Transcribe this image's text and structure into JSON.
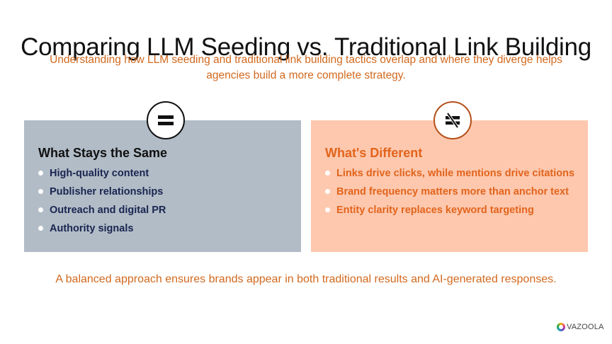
{
  "header": {
    "title": "Comparing LLM Seeding vs. Traditional Link Building",
    "subtitle": "Understanding how LLM seeding and traditional link building tactics overlap and where they diverge helps agencies build a more complete strategy."
  },
  "panels": {
    "same": {
      "icon": "equals-icon",
      "heading": "What Stays the Same",
      "color": "#b1bcc7",
      "items": [
        "High-quality content",
        "Publisher relationships",
        "Outreach and digital PR",
        "Authority signals"
      ]
    },
    "different": {
      "icon": "not-equal-icon",
      "heading": "What's Different",
      "color": "#fdc8ae",
      "items": [
        "Links drive clicks, while mentions drive citations",
        "Brand frequency matters more than anchor text",
        "Entity clarity replaces keyword targeting"
      ]
    }
  },
  "footer": {
    "note": "A balanced approach ensures brands appear in both traditional results and AI-generated responses.",
    "logo_text": "VAZOOLA"
  },
  "colors": {
    "accent_orange": "#d2691e",
    "heading_orange": "#e2641c",
    "navy_text": "#1a2550"
  }
}
